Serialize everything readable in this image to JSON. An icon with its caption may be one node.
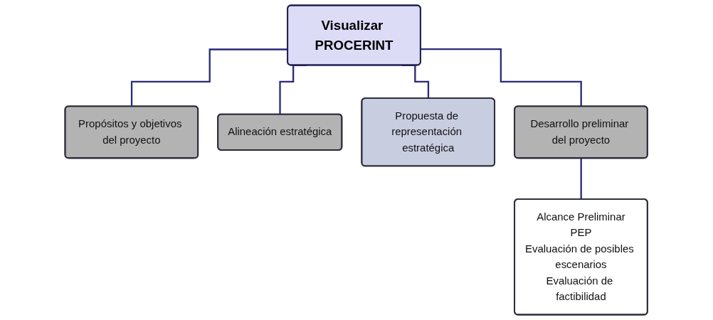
{
  "diagram": {
    "nodes": [
      {
        "text": [
          "Visualizar PROCERINT"
        ]
      },
      {
        "text": [
          "Propósitos y objetivos del proyecto"
        ]
      },
      {
        "text": [
          "Alineación estratégica"
        ]
      },
      {
        "text": [
          "Propuesta de representación estratégica"
        ]
      },
      {
        "text": [
          "Desarrollo preliminar del proyecto"
        ]
      },
      {
        "text": [
          "Alcance Preliminar",
          "PEP",
          "Evaluación de posibles escenarios",
          "Evaluación de factibilidad"
        ]
      }
    ],
    "edges": [
      {
        "from": 0,
        "to": 1,
        "arrow": "none"
      },
      {
        "from": 0,
        "to": 2,
        "arrow": "none"
      },
      {
        "from": 0,
        "to": 3,
        "arrow": "none"
      },
      {
        "from": 0,
        "to": 4,
        "arrow": "none"
      },
      {
        "from": 4,
        "to": 5,
        "arrow": "none"
      }
    ]
  }
}
